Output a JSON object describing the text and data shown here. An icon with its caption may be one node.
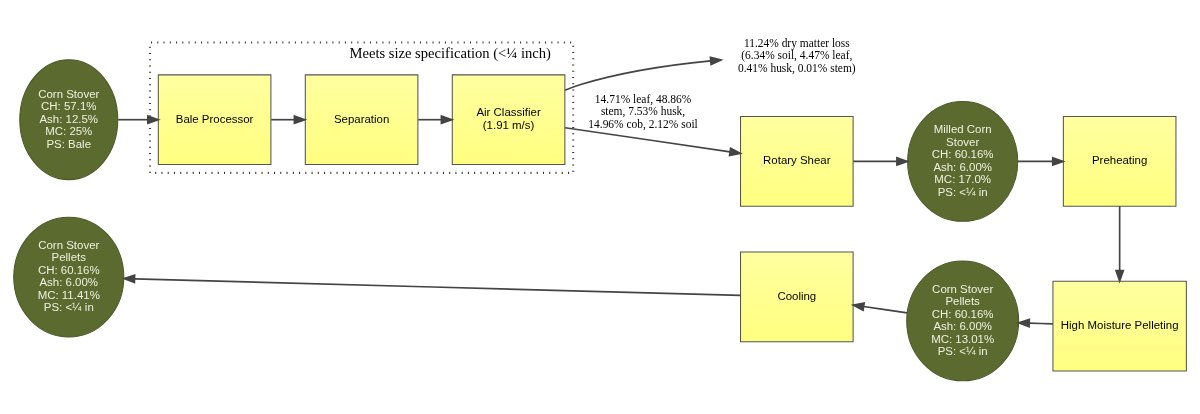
{
  "diagram": {
    "nodes": [
      {
        "text": [
          "Corn Stover",
          "CH: 57.1%",
          "Ash: 12.5%",
          "MC: 25%",
          "PS: Bale"
        ]
      },
      {
        "text": [
          "Meets size specification (<¼ inch)"
        ]
      },
      {
        "text": [
          "Bale Processor"
        ],
        "in": 1
      },
      {
        "text": [
          "Separation"
        ],
        "in": 1
      },
      {
        "text": [
          "Air Classifier",
          "(1.91 m/s)"
        ],
        "in": 1
      },
      {
        "text": [
          "11.24% dry matter loss (6.34% soil, 4.47% leaf, 0.41% husk, 0.01% stem)"
        ]
      },
      {
        "text": [
          "Rotary Shear"
        ]
      },
      {
        "text": [
          "Milled Corn Stover",
          "CH: 60.16%",
          "Ash: 6.00%",
          "MC: 17.0%",
          "PS: <¼ in"
        ]
      },
      {
        "text": [
          "Preheating"
        ]
      },
      {
        "text": [
          "High Moisture Pelleting"
        ]
      },
      {
        "text": [
          "Corn Stover Pellets",
          "CH: 60.16%",
          "Ash: 6.00%",
          "MC: 13.01%",
          "PS: <¼ in"
        ]
      },
      {
        "text": [
          "Cooling"
        ]
      },
      {
        "text": [
          "Corn Stover Pellets",
          "CH: 60.16%",
          "Ash: 6.00%",
          "MC: 11.41%",
          "PS: <¼ in"
        ]
      }
    ],
    "edges": [
      {
        "from": 0,
        "to": 2,
        "arrow": "to"
      },
      {
        "from": 2,
        "to": 3,
        "arrow": "to"
      },
      {
        "from": 3,
        "to": 4,
        "arrow": "to"
      },
      {
        "from": 4,
        "to": 6,
        "arrow": "to",
        "label": "14.71% leaf, 48.86% stem, 7.53% husk, 14.96% cob, 2.12% soil"
      },
      {
        "from": 4,
        "to": 5,
        "arrow": "to"
      },
      {
        "from": 6,
        "to": 7,
        "arrow": "to"
      },
      {
        "from": 7,
        "to": 8,
        "arrow": "to"
      },
      {
        "from": 8,
        "to": 9,
        "arrow": "to"
      },
      {
        "from": 9,
        "to": 10,
        "arrow": "to"
      },
      {
        "from": 10,
        "to": 11,
        "arrow": "to"
      },
      {
        "from": 11,
        "to": 12,
        "arrow": "to"
      }
    ]
  }
}
